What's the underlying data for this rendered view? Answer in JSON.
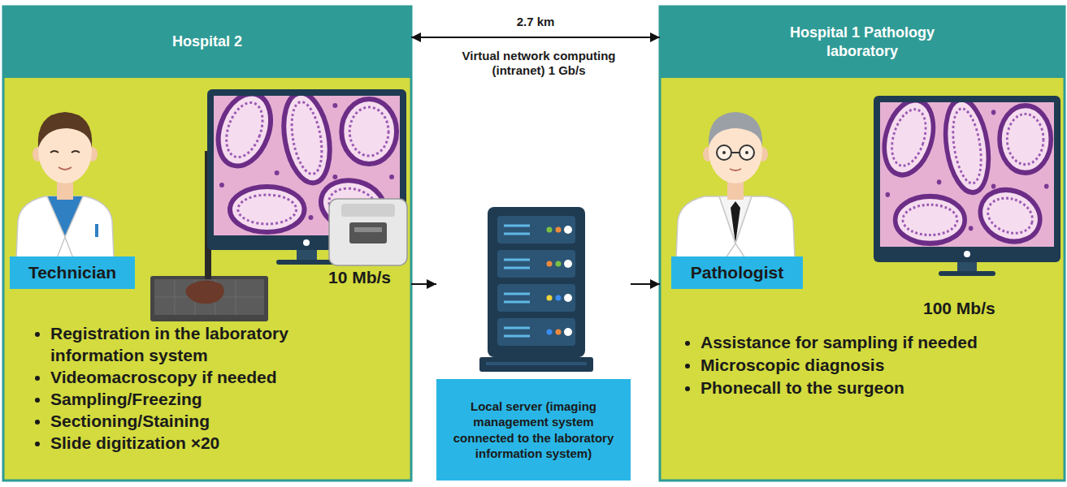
{
  "diagram": {
    "nodes": [
      {
        "text": [
          "Hospital 2",
          "10 Mb/s",
          "Registration in the laboratory information system",
          "Videomacroscopy if needed",
          "Sampling/Freezing",
          "Sectioning/Staining",
          "Slide digitization ×20"
        ]
      },
      {
        "text": [
          "Technician"
        ],
        "in": 0
      },
      {
        "text": [
          "Local server (imaging management system connected to the laboratory information system)"
        ]
      },
      {
        "text": [
          "Hospital 1 Pathology laboratory",
          "100 Mb/s",
          "Assistance for sampling if needed",
          "Microscopic diagnosis",
          "Phonecall to the surgeon"
        ]
      },
      {
        "text": [
          "Pathologist"
        ],
        "in": 3
      }
    ],
    "edges": [
      {
        "from": 0,
        "to": 2,
        "arrow": "to"
      },
      {
        "from": 2,
        "to": 3,
        "arrow": "to"
      },
      {
        "from": 0,
        "to": 3,
        "label": "2.7 km",
        "arrow": "both"
      }
    ],
    "labels": [
      "Virtual network computing (intranet) 1 Gb/s"
    ]
  }
}
